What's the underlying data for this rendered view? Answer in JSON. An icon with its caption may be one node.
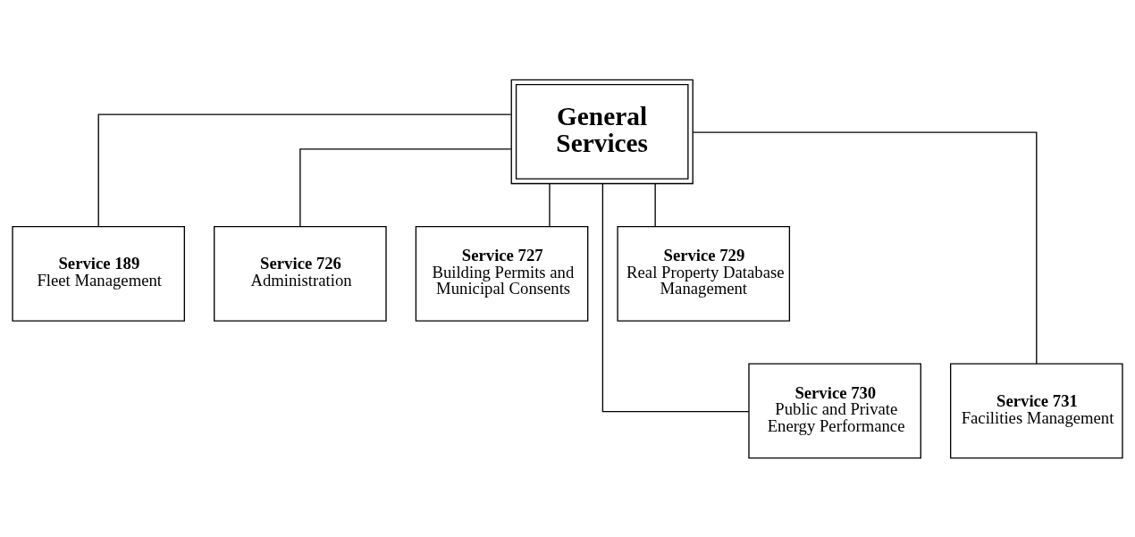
{
  "diagram": {
    "nodes": [
      {
        "text": [
          "General Services"
        ]
      },
      {
        "text": [
          "Service 189",
          "Fleet Management"
        ]
      },
      {
        "text": [
          "Service 726",
          "Administration"
        ]
      },
      {
        "text": [
          "Service 727",
          "Building Permits and Municipal Consents"
        ]
      },
      {
        "text": [
          "Service 729",
          "Real Property Database Management"
        ]
      },
      {
        "text": [
          "Service 730",
          "Public and Private Energy Performance"
        ]
      },
      {
        "text": [
          "Service 731",
          "Facilities Management"
        ]
      }
    ],
    "edges": [
      {
        "from": 0,
        "to": 1,
        "arrow": "none"
      },
      {
        "from": 0,
        "to": 2,
        "arrow": "none"
      },
      {
        "from": 0,
        "to": 3,
        "arrow": "none"
      },
      {
        "from": 0,
        "to": 4,
        "arrow": "none"
      },
      {
        "from": 0,
        "to": 5,
        "arrow": "none"
      },
      {
        "from": 0,
        "to": 6,
        "arrow": "none"
      }
    ]
  }
}
